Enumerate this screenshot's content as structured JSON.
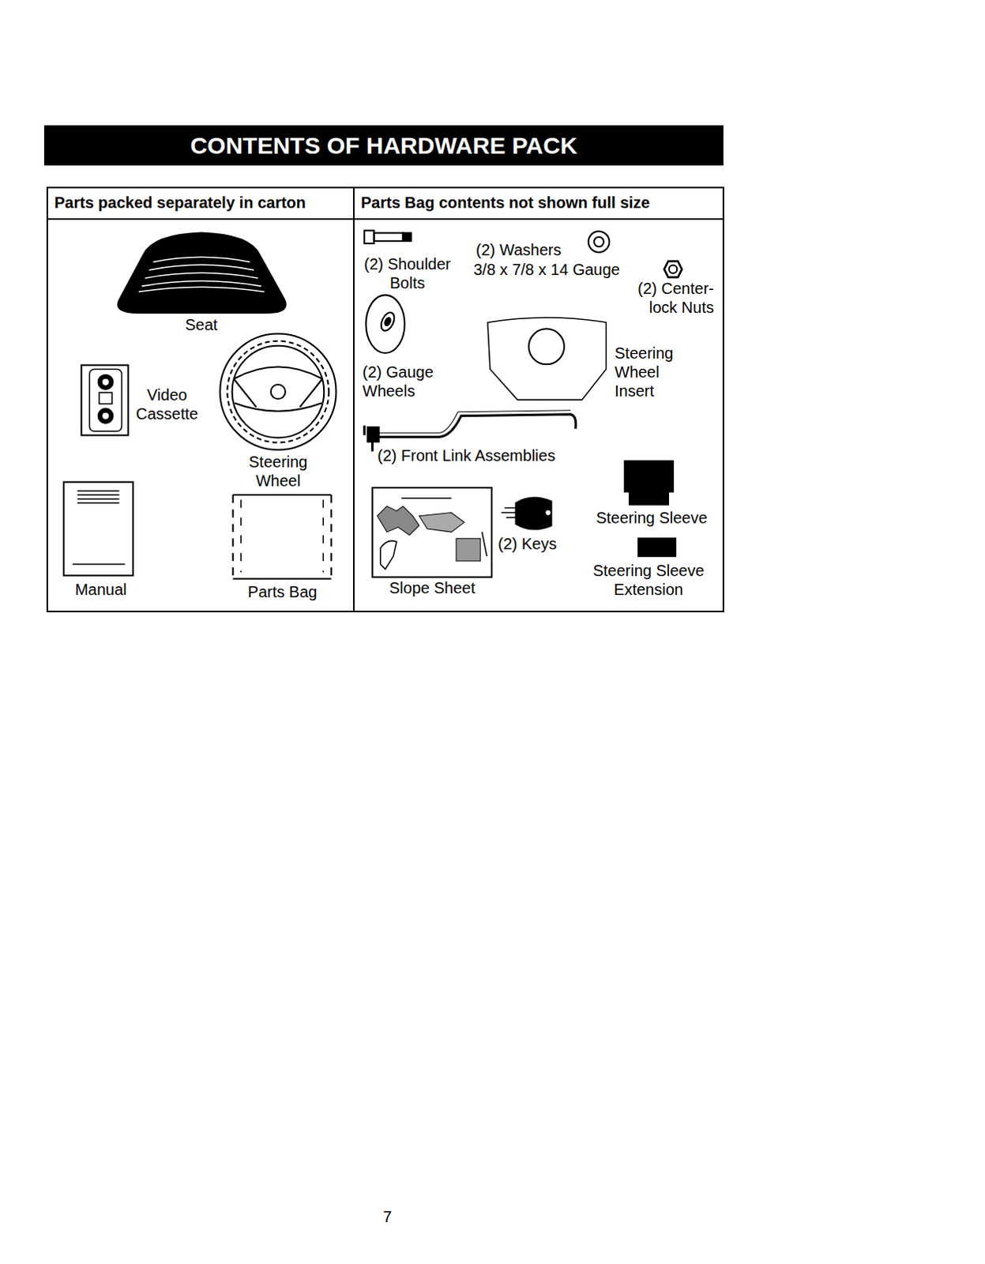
{
  "diagram": {
    "title": "CONTENTS OF HARDWARE PACK",
    "nodes": [
      {
        "text": [
          "Parts packed separately in carton"
        ]
      },
      {
        "text": [
          "Parts Bag contents not shown full size"
        ]
      }
    ],
    "labels": [
      "Seat",
      "Video Cassette",
      "Steering Wheel",
      "Manual",
      "Parts Bag",
      "(2) Shoulder Bolts",
      "(2) Washers",
      "3/8 x 7/8 x 14 Gauge",
      "(2) Center-lock Nuts",
      "(2) Gauge Wheels",
      "Steering Wheel Insert",
      "(2) Front Link Assemblies",
      "Steering Sleeve",
      "(2) Keys",
      "Slope Sheet",
      "Steering Sleeve Extension",
      "7"
    ]
  }
}
